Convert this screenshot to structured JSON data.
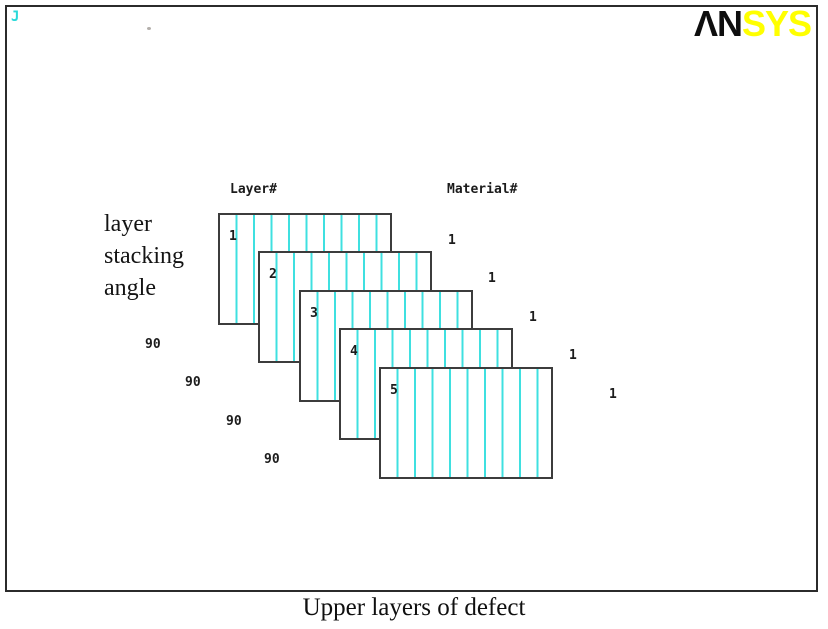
{
  "window": {
    "corner_marker": "J",
    "brand": {
      "name": "ANSYS",
      "display_black": "ΛN",
      "display_yellow": "SYS",
      "black_color": "#0e0e0e",
      "yellow_color": "#ffff00"
    }
  },
  "plot": {
    "column_headers": {
      "layer": "Layer#",
      "material": "Material#"
    },
    "annotation_lines": [
      "layer",
      "stacking",
      "angle"
    ],
    "layers": [
      {
        "number": "1",
        "material": "1"
      },
      {
        "number": "2",
        "material": "1"
      },
      {
        "number": "3",
        "material": "1"
      },
      {
        "number": "4",
        "material": "1"
      },
      {
        "number": "5",
        "material": "1"
      }
    ],
    "stacking_angles": [
      "90",
      "90",
      "90",
      "90"
    ],
    "stripe_color": "#3fe0e0"
  },
  "caption": "Upper layers of defect"
}
